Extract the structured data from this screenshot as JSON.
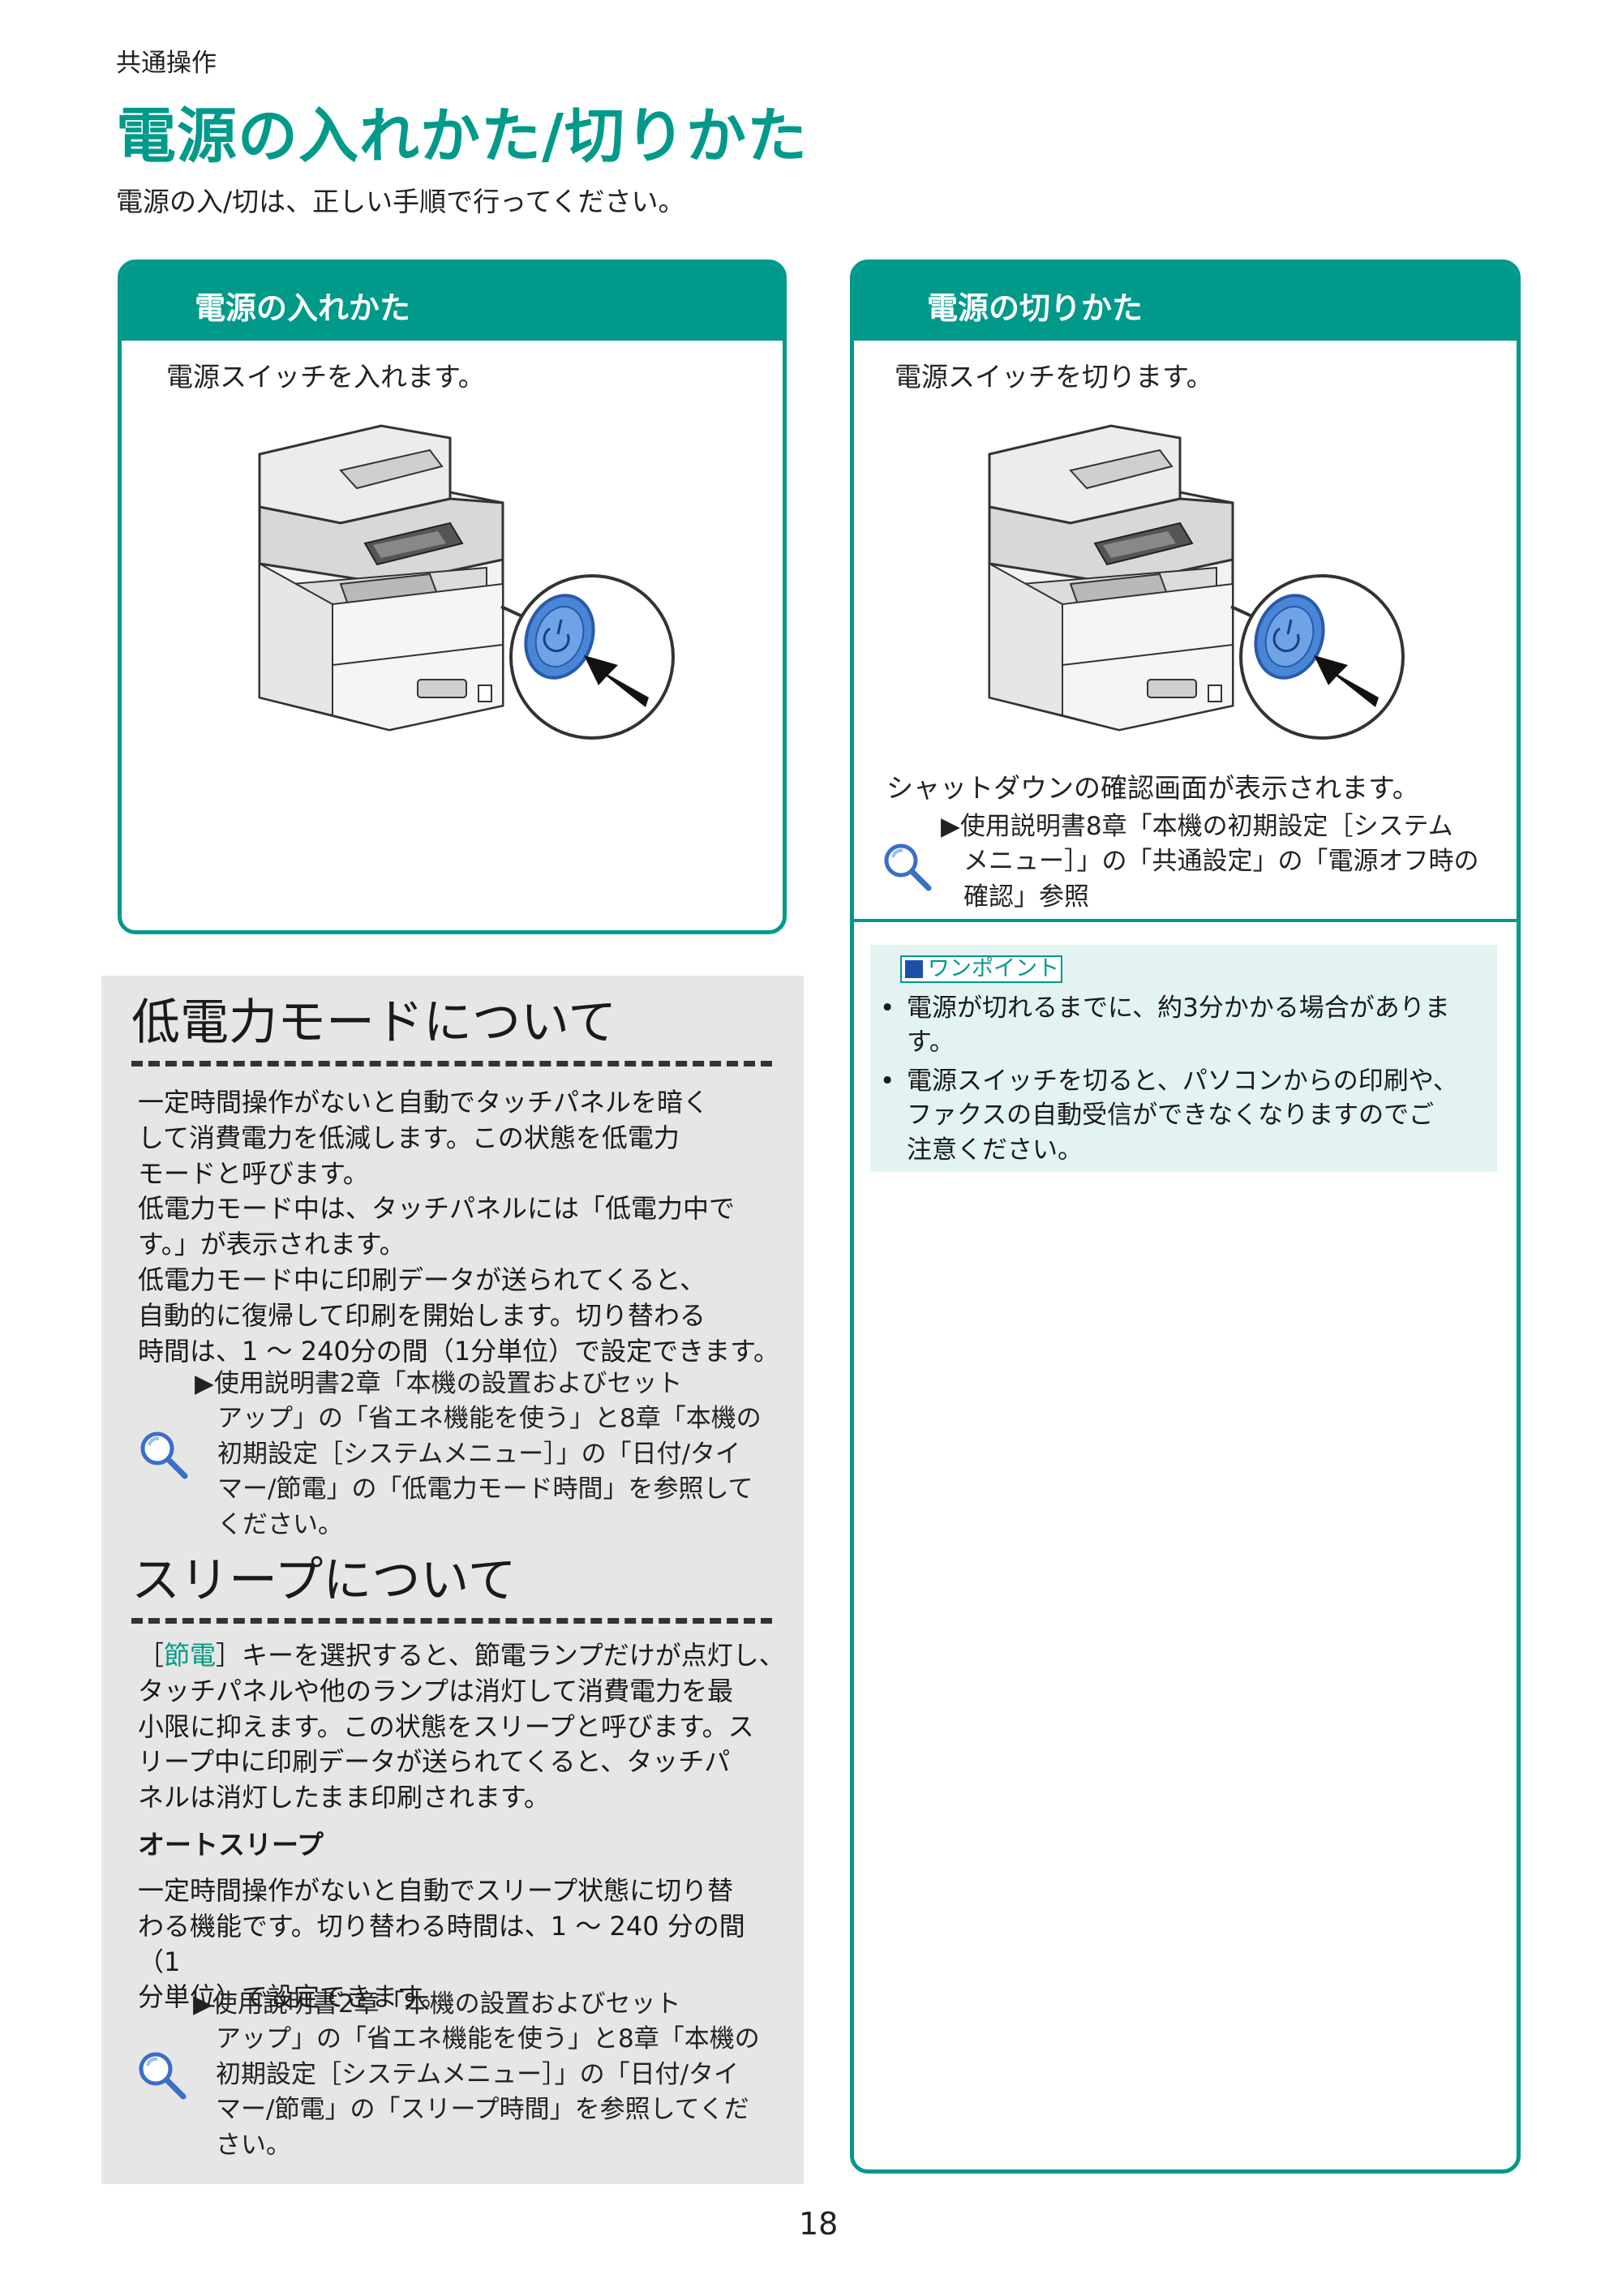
{
  "header": {
    "section_label": "共通操作",
    "title": "電源の入れかた/切りかた",
    "subtitle": "電源の入/切は、正しい手順で行ってください。"
  },
  "power_on": {
    "heading": "電源の入れかた",
    "instruction": "電源スイッチを入れます。"
  },
  "power_off": {
    "heading": "電源の切りかた",
    "instruction": "電源スイッチを切ります。",
    "note": "シャットダウンの確認画面が表示されます。",
    "reference_lines": [
      "▶使用説明書8章「本機の初期設定［システム",
      "メニュー］」の「共通設定」の「電源オフ時の",
      "確認」参照"
    ],
    "tip_label": "ワンポイント",
    "tips": [
      [
        "電源が切れるまでに、約3分かかる場合がありま",
        "す。"
      ],
      [
        "電源スイッチを切ると、パソコンからの印刷や、",
        "ファクスの自動受信ができなくなりますのでご",
        "注意ください。"
      ]
    ]
  },
  "low_power": {
    "heading": "低電力モードについて",
    "paragraph_lines": [
      "一定時間操作がないと自動でタッチパネルを暗く",
      "して消費電力を低減します。この状態を低電力",
      "モードと呼びます。",
      "低電力モード中は、タッチパネルには「低電力中で",
      "す。」が表示されます。",
      "低電力モード中に印刷データが送られてくると、",
      "自動的に復帰して印刷を開始します。切り替わる",
      "時間は、1 ～ 240分の間（1分単位）で設定できます。"
    ],
    "reference_lines": [
      "▶使用説明書2章「本機の設置およびセット",
      "アップ」の「省エネ機能を使う」と8章「本機の",
      "初期設定［システムメニュー］」の「日付/タイ",
      "マー/節電」の「低電力モード時間」を参照して",
      "ください。"
    ]
  },
  "sleep": {
    "heading": "スリープについて",
    "key_open": "［",
    "key_name": "節電",
    "key_close": "］",
    "first_line_rest": "キーを選択すると、節電ランプだけが点灯し、",
    "paragraph_lines": [
      "タッチパネルや他のランプは消灯して消費電力を最",
      "小限に抑えます。この状態をスリープと呼びます。ス",
      "リープ中に印刷データが送られてくると、タッチパ",
      "ネルは消灯したまま印刷されます。"
    ],
    "auto_sleep_heading": "オートスリープ",
    "auto_sleep_lines": [
      "一定時間操作がないと自動でスリープ状態に切り替",
      "わる機能です。切り替わる時間は、1 ～ 240 分の間（1",
      "分単位）で設定できます。"
    ],
    "reference_lines": [
      "▶使用説明書2章「本機の設置およびセット",
      "アップ」の「省エネ機能を使う」と8章「本機の",
      "初期設定［システムメニュー］」の「日付/タイ",
      "マー/節電」の「スリープ時間」を参照してくだ",
      "さい。"
    ]
  },
  "footer": {
    "page_number": "18"
  },
  "colors": {
    "accent": "#00998a",
    "panel_gray": "#e6e6e6",
    "tip_bg": "#e3f3f2",
    "switch_blue": "#4a86d8"
  }
}
